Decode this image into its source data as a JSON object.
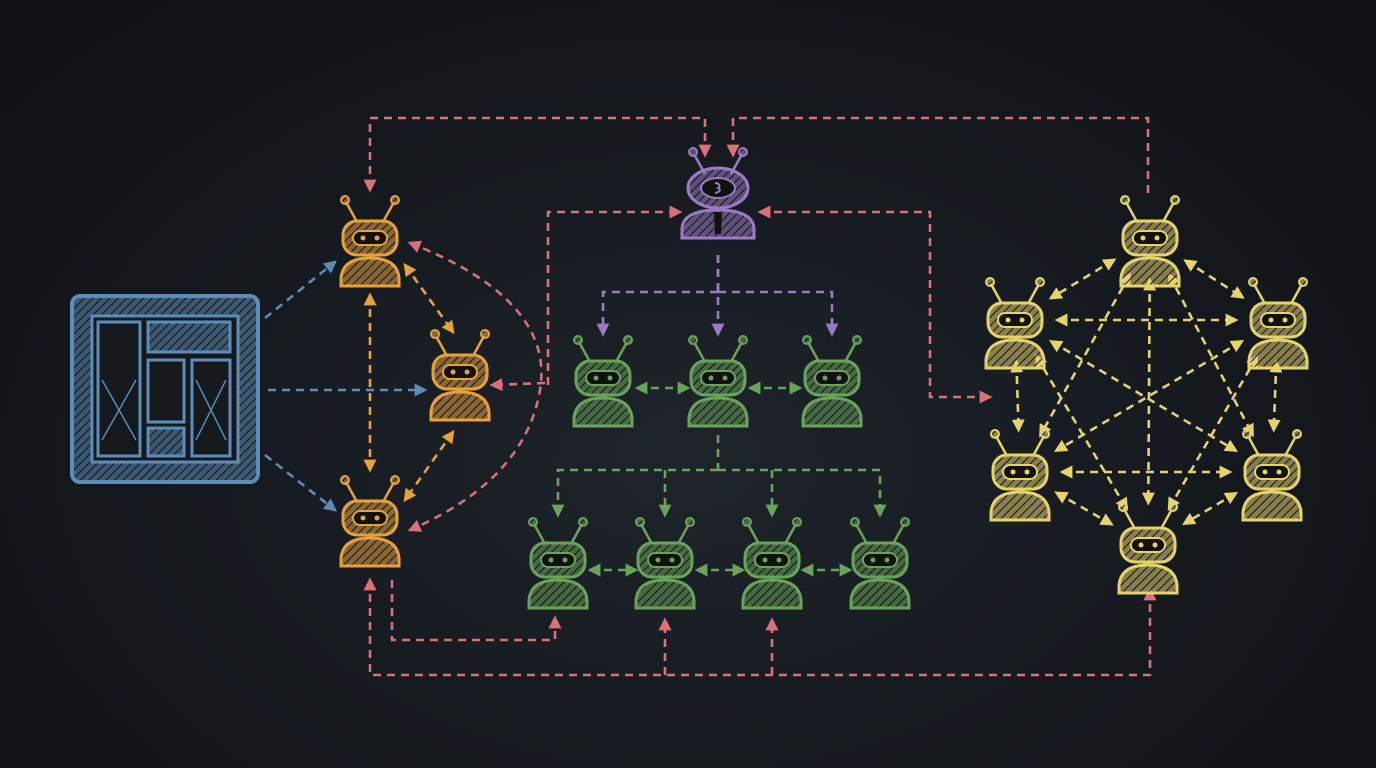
{
  "colors": {
    "background": "#15191e",
    "environment": "#5b8db8",
    "orchestrator": "#9b7bc4",
    "orange_agents": "#e8a23a",
    "green_agents": "#6aa35a",
    "yellow_agents": "#e6d36a",
    "feedback": "#d9707a"
  },
  "diagram": {
    "environment": {
      "icon": "layout-grid-icon"
    },
    "orchestrator": {
      "icon": "robot-manager-icon"
    },
    "groups": [
      {
        "id": "orange",
        "label": "",
        "agent_count": 3,
        "topology": "parallel"
      },
      {
        "id": "green",
        "label": "",
        "agent_count": 7,
        "topology": "hierarchical"
      },
      {
        "id": "yellow",
        "label": "",
        "agent_count": 6,
        "topology": "fully-connected"
      }
    ]
  }
}
